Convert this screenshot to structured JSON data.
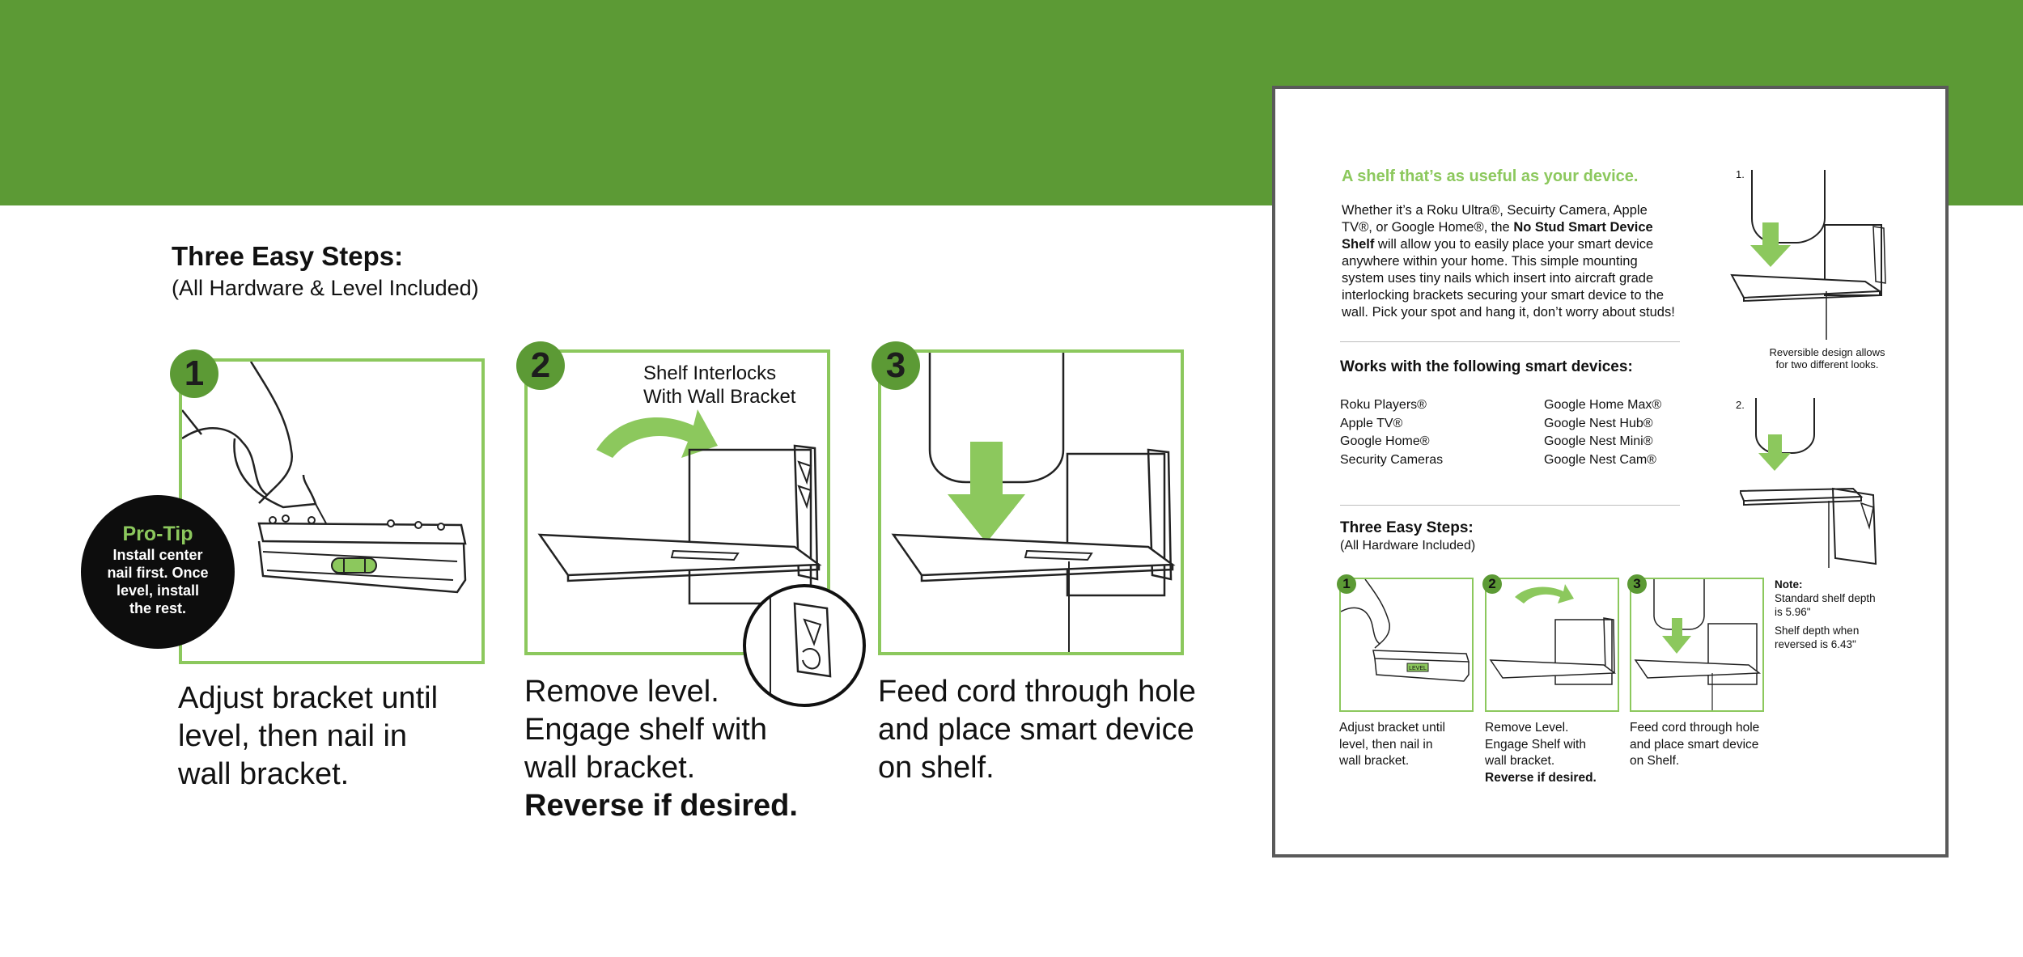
{
  "colors": {
    "banner": "#5c9a35",
    "panel_border": "#8cc85d",
    "accent_green": "#8cc85d",
    "arrow": "#8cc85d"
  },
  "main": {
    "title": "Three Easy Steps:",
    "subtitle": "(All Hardware & Level Included)",
    "steps": [
      {
        "number": "1",
        "caption_lines": [
          "Adjust bracket until",
          "level, then nail in",
          "wall bracket."
        ]
      },
      {
        "number": "2",
        "overlay_label_lines": [
          "Shelf Interlocks",
          "With Wall Bracket"
        ],
        "caption_lines": [
          "Remove level.",
          "Engage shelf with",
          "wall bracket."
        ],
        "caption_bold": "Reverse if desired."
      },
      {
        "number": "3",
        "caption_lines": [
          "Feed cord through hole",
          "and place smart device",
          "on shelf."
        ]
      }
    ],
    "protip": {
      "title": "Pro-Tip",
      "lines": [
        "Install center",
        "nail first. Once",
        "level, install",
        "the rest."
      ]
    }
  },
  "card": {
    "heading": "A shelf that’s as useful as your device.",
    "para_lines": [
      "Whether it’s a Roku Ultra®, Secuirty Camera, Apple",
      "TV®, or Google Home®, the ",
      "No Stud Smart Device",
      "Shelf",
      " will allow you to easily place your smart device",
      "anywhere within your home. This simple mounting",
      "system uses tiny nails which insert into aircraft grade",
      "interlocking brackets securing your smart device to the",
      "wall. Pick your spot and hang it, don’t worry about studs!"
    ],
    "works_heading": "Works with the following smart devices:",
    "devices_left": [
      "Roku Players®",
      "Apple TV®",
      "Google Home®",
      "Security Cameras"
    ],
    "devices_right": [
      "Google Home Max®",
      "Google Nest Hub®",
      "Google Nest Mini®",
      "Google Nest Cam®"
    ],
    "steps_heading": "Three Easy Steps:",
    "steps_sub": "(All Hardware Included)",
    "mini_steps": [
      {
        "number": "1",
        "caption_lines": [
          "Adjust bracket until",
          "level, then nail in",
          "wall bracket."
        ]
      },
      {
        "number": "2",
        "caption_lines": [
          "Remove Level.",
          "Engage Shelf with",
          "wall bracket."
        ],
        "caption_bold": "Reverse if desired."
      },
      {
        "number": "3",
        "caption_lines": [
          "Feed cord through hole",
          "and place smart device",
          "on Shelf."
        ]
      }
    ],
    "note_title": "Note:",
    "note_lines_1": [
      "Standard shelf depth",
      "is 5.96\""
    ],
    "note_lines_2": [
      "Shelf depth when",
      "reversed is 6.43\""
    ],
    "figure_1_label": "1.",
    "figure_2_label": "2.",
    "reversible_lines": [
      "Reversible design allows",
      "for two different looks."
    ],
    "level_mark": "LEVEL"
  }
}
